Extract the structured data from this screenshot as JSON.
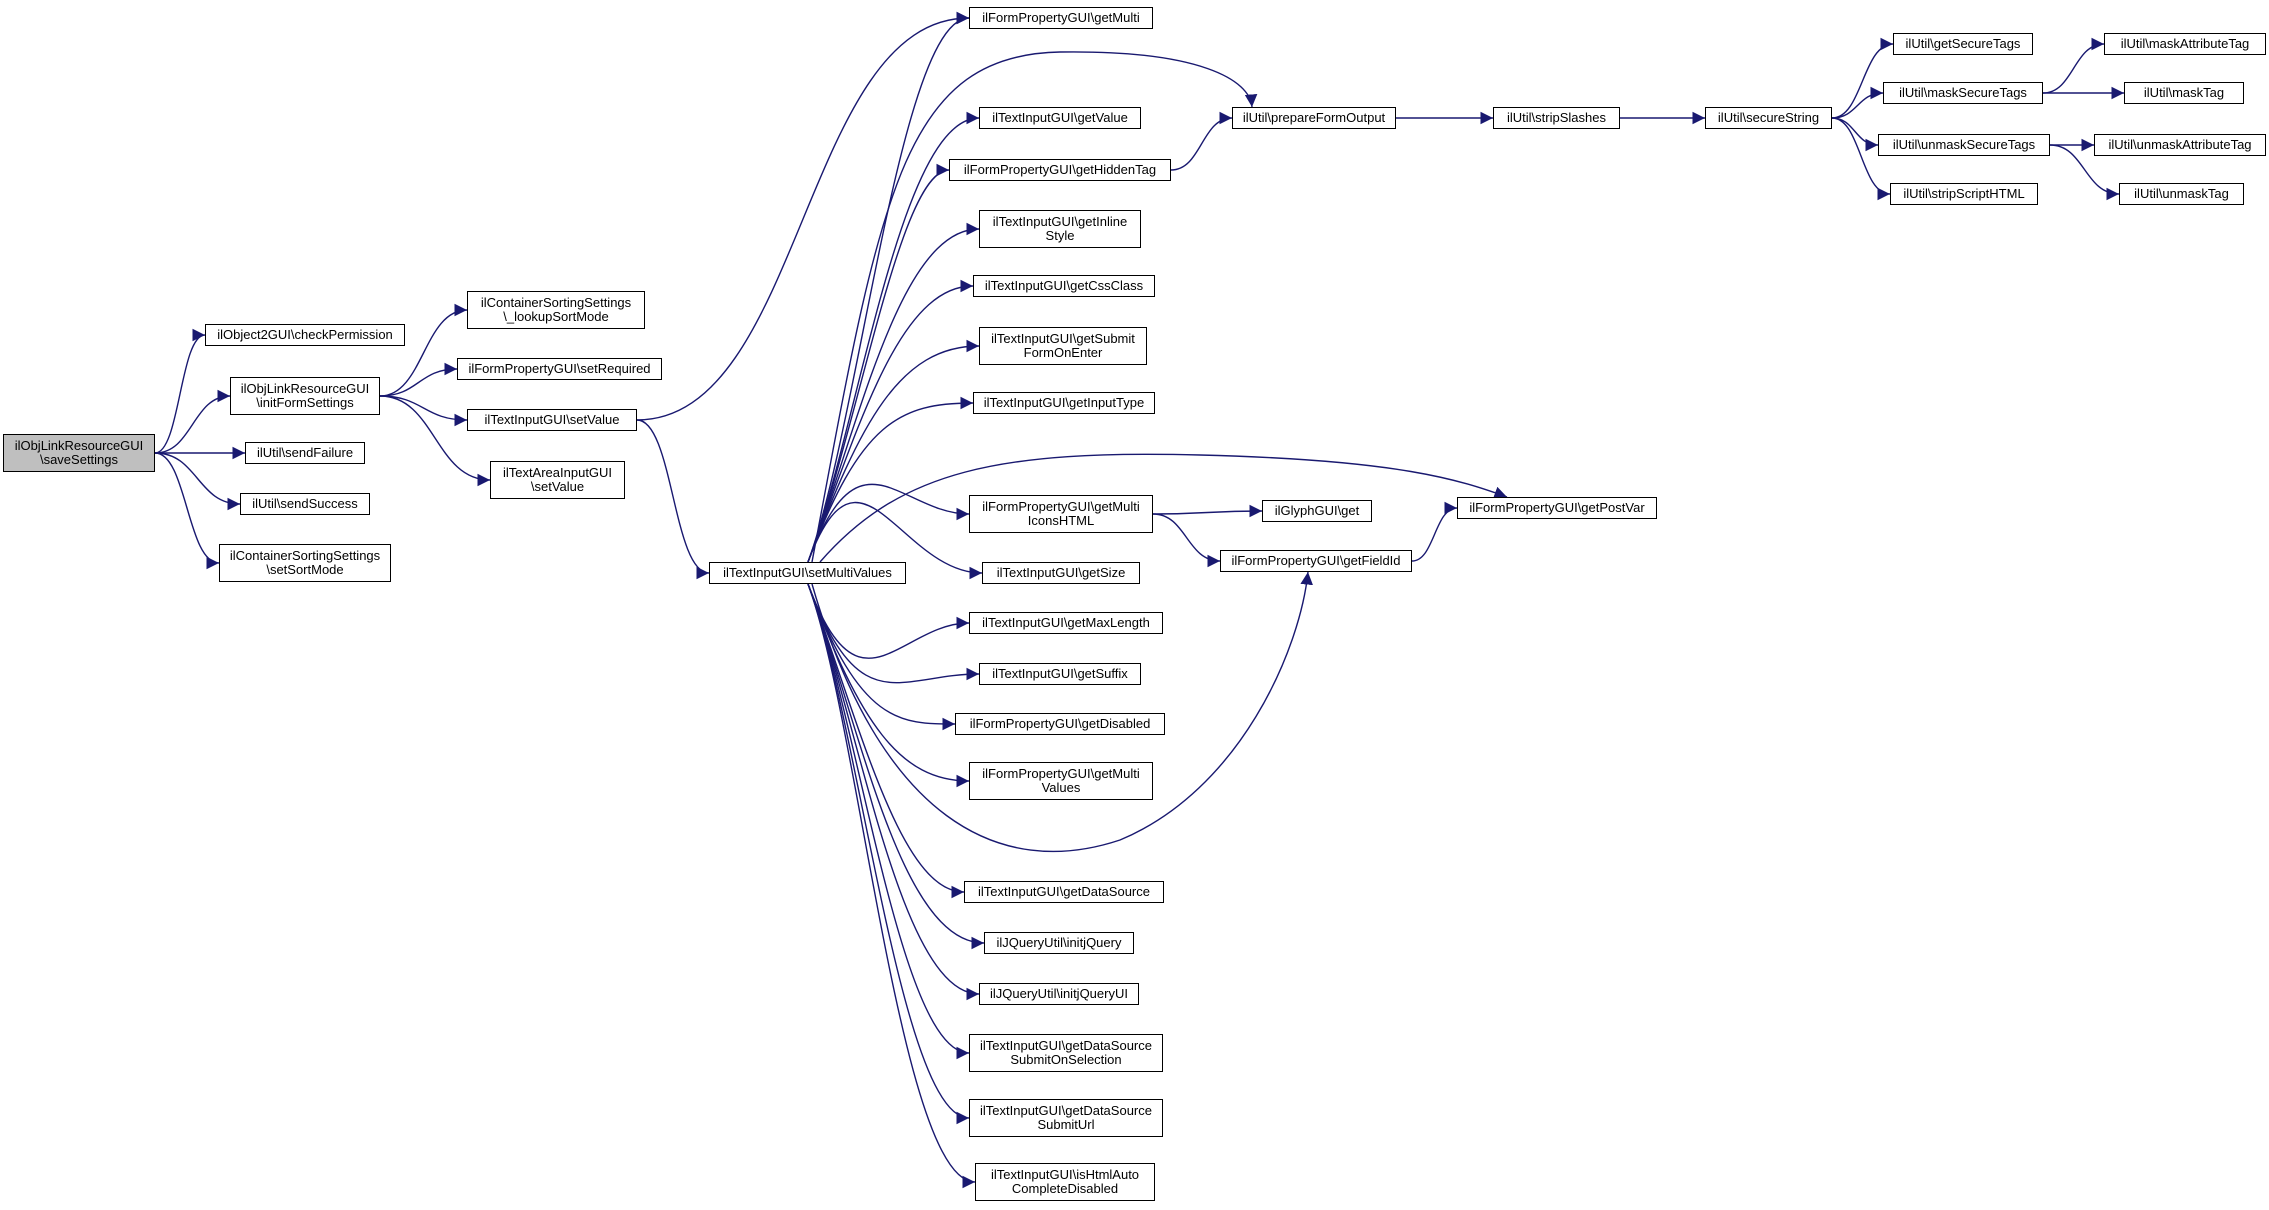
{
  "colors": {
    "edge": "#191970",
    "node_border": "#000000",
    "root_fill": "#bfbfbf",
    "node_fill": "#ffffff"
  },
  "nodes": {
    "n_save": [
      "ilObjLinkResourceGUI",
      "\\saveSettings"
    ],
    "n_checkperm": [
      "ilObject2GUI\\checkPermission"
    ],
    "n_initform": [
      "ilObjLinkResourceGUI",
      "\\initFormSettings"
    ],
    "n_sendfail": [
      "ilUtil\\sendFailure"
    ],
    "n_sendsucc": [
      "ilUtil\\sendSuccess"
    ],
    "n_setsort": [
      "ilContainerSortingSettings",
      "\\setSortMode"
    ],
    "n_lookup": [
      "ilContainerSortingSettings",
      "\\_lookupSortMode"
    ],
    "n_setreq": [
      "ilFormPropertyGUI\\setRequired"
    ],
    "n_tsetval": [
      "ilTextInputGUI\\setValue"
    ],
    "n_tasetval": [
      "ilTextAreaInputGUI",
      "\\setValue"
    ],
    "n_setmulti": [
      "ilTextInputGUI\\setMultiValues"
    ],
    "n_getmulti": [
      "ilFormPropertyGUI\\getMulti"
    ],
    "n_getvalue": [
      "ilTextInputGUI\\getValue"
    ],
    "n_gethidden": [
      "ilFormPropertyGUI\\getHiddenTag"
    ],
    "n_getinline": [
      "ilTextInputGUI\\getInline",
      "Style"
    ],
    "n_getcss": [
      "ilTextInputGUI\\getCssClass"
    ],
    "n_getsubmit": [
      "ilTextInputGUI\\getSubmit",
      "FormOnEnter"
    ],
    "n_getinput": [
      "ilTextInputGUI\\getInputType"
    ],
    "n_getmultiicons": [
      "ilFormPropertyGUI\\getMulti",
      "IconsHTML"
    ],
    "n_getsize": [
      "ilTextInputGUI\\getSize"
    ],
    "n_getmaxlen": [
      "ilTextInputGUI\\getMaxLength"
    ],
    "n_getsuffix": [
      "ilTextInputGUI\\getSuffix"
    ],
    "n_getdisabled": [
      "ilFormPropertyGUI\\getDisabled"
    ],
    "n_getmultivals": [
      "ilFormPropertyGUI\\getMulti",
      "Values"
    ],
    "n_getds": [
      "ilTextInputGUI\\getDataSource"
    ],
    "n_initjq": [
      "ilJQueryUtil\\initjQuery"
    ],
    "n_initjqui": [
      "ilJQueryUtil\\initjQueryUI"
    ],
    "n_getdssel": [
      "ilTextInputGUI\\getDataSource",
      "SubmitOnSelection"
    ],
    "n_getdsurl": [
      "ilTextInputGUI\\getDataSource",
      "SubmitUrl"
    ],
    "n_ishtml": [
      "ilTextInputGUI\\isHtmlAuto",
      "CompleteDisabled"
    ],
    "n_prepare": [
      "ilUtil\\prepareFormOutput"
    ],
    "n_strip": [
      "ilUtil\\stripSlashes"
    ],
    "n_secure": [
      "ilUtil\\secureString"
    ],
    "n_getsecure": [
      "ilUtil\\getSecureTags"
    ],
    "n_masksecure": [
      "ilUtil\\maskSecureTags"
    ],
    "n_unmasksecure": [
      "ilUtil\\unmaskSecureTags"
    ],
    "n_stripscript": [
      "ilUtil\\stripScriptHTML"
    ],
    "n_maskattr": [
      "ilUtil\\maskAttributeTag"
    ],
    "n_masktag": [
      "ilUtil\\maskTag"
    ],
    "n_unmaskattr": [
      "ilUtil\\unmaskAttributeTag"
    ],
    "n_unmasktag": [
      "ilUtil\\unmaskTag"
    ],
    "n_glyph": [
      "ilGlyphGUI\\get"
    ],
    "n_getfieldid": [
      "ilFormPropertyGUI\\getFieldId"
    ],
    "n_getpostvar": [
      "ilFormPropertyGUI\\getPostVar"
    ]
  }
}
